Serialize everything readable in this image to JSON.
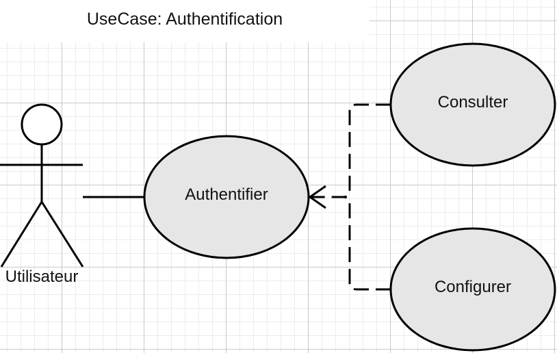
{
  "title": "UseCase: Authentification",
  "actor": {
    "label": "Utilisateur"
  },
  "use_cases": {
    "authentifier": "Authentifier",
    "consulter": "Consulter",
    "configurer": "Configurer"
  },
  "colors": {
    "use_case_fill": "#e6e6e6",
    "stroke": "#000000",
    "background": "#ffffff",
    "grid": "#c8c8c8"
  }
}
